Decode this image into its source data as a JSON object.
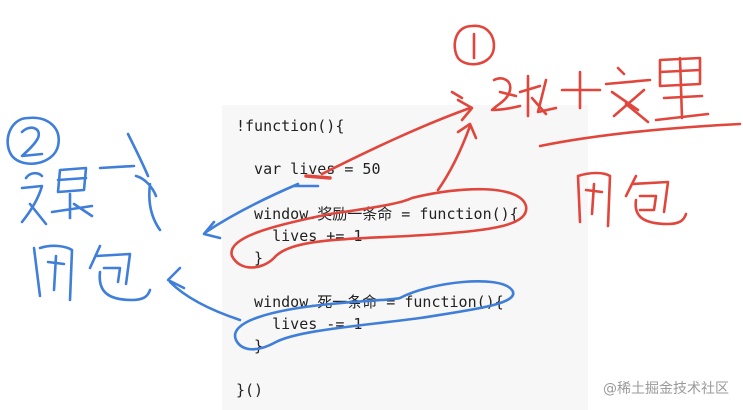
{
  "code": {
    "lines": [
      "!function(){",
      "  var lives = 50",
      "  window.奖励一条命 = function(){",
      "    lives += 1",
      "  }",
      "  window.死一条命 = function(){",
      "    lives -= 1",
      "  }",
      "}()"
    ]
  },
  "watermark": {
    "text": "@稀土掘金技术社区"
  },
  "annotations": {
    "one_color": "#e0463c",
    "two_color": "#3f7fd9",
    "one_label": "①",
    "two_label": "②"
  }
}
